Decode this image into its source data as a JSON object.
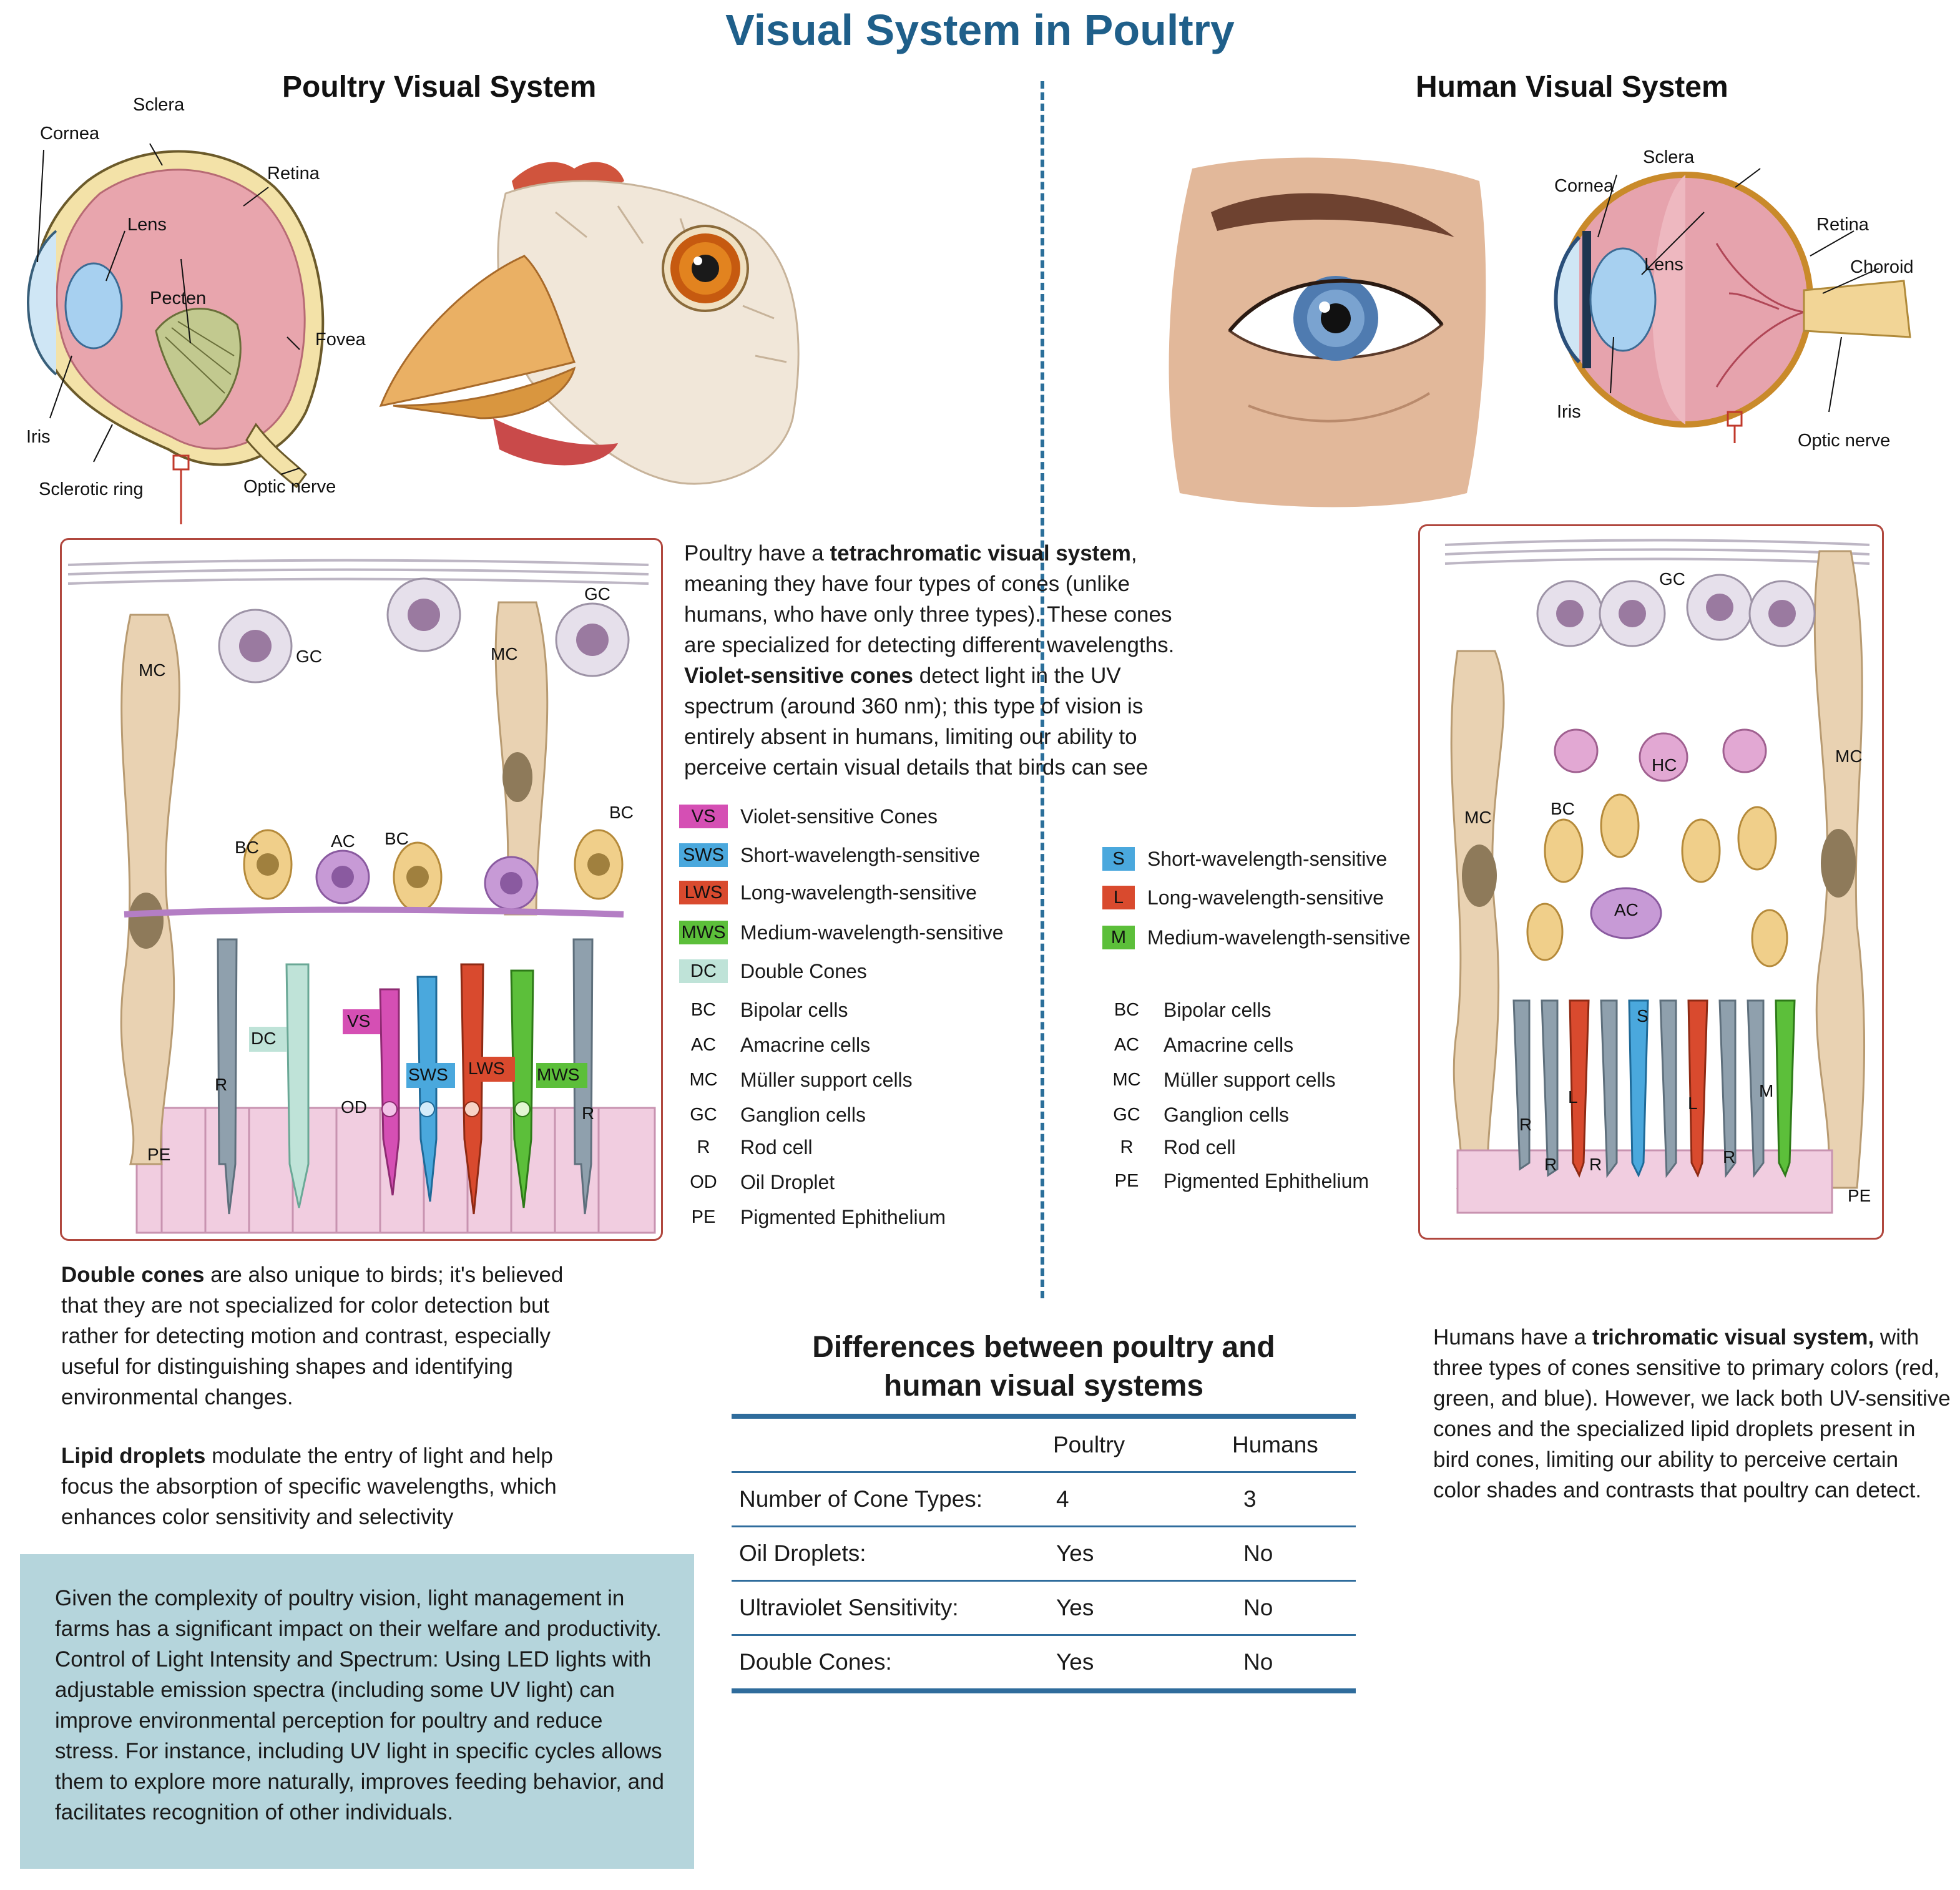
{
  "title": "Visual System in Poultry",
  "poultry": {
    "section_title": "Poultry Visual System",
    "eye_labels": {
      "sclera": "Sclera",
      "cornea": "Cornea",
      "retina": "Retina",
      "lens": "Lens",
      "pecten": "Pecten",
      "fovea": "Fovea",
      "iris": "Iris",
      "sclerotic_ring": "Sclerotic ring",
      "optic_nerve": "Optic nerve"
    },
    "cell_labels": {
      "gc": "GC",
      "mc": "MC",
      "bc": "BC",
      "ac": "AC",
      "dc": "DC",
      "vs": "VS",
      "sws": "SWS",
      "lws": "LWS",
      "mws": "MWS",
      "od": "OD",
      "r": "R",
      "pe": "PE"
    },
    "intro": {
      "p1": "Poultry have a ",
      "p1_bold": "tetrachromatic visual system",
      "p1_rest": ", meaning they have four types of cones (unlike humans, who have only three types). These cones are specialized for detecting different wavelengths. ",
      "p1_bold2": "Violet-sensitive cones",
      "p1_rest2": " detect light in the UV spectrum (around 360 nm); this type of vision is entirely absent in humans, limiting our ability to perceive certain visual details that birds can see"
    },
    "legend": [
      {
        "code": "VS",
        "text": "Violet-sensitive Cones",
        "color": "#d54fb4"
      },
      {
        "code": "SWS",
        "text": "Short-wavelength-sensitive",
        "color": "#4aa8dd"
      },
      {
        "code": "LWS",
        "text": "Long-wavelength-sensitive",
        "color": "#d94a2e"
      },
      {
        "code": "MWS",
        "text": "Medium-wavelength-sensitive",
        "color": "#5cbf3a"
      },
      {
        "code": "DC",
        "text": "Double Cones",
        "color": "#bfe3d8"
      },
      {
        "code": "BC",
        "text": "Bipolar cells",
        "color": ""
      },
      {
        "code": "AC",
        "text": "Amacrine cells",
        "color": ""
      },
      {
        "code": "MC",
        "text": "Müller support cells",
        "color": ""
      },
      {
        "code": "GC",
        "text": "Ganglion cells",
        "color": ""
      },
      {
        "code": "R",
        "text": "Rod cell",
        "color": ""
      },
      {
        "code": "OD",
        "text": "Oil Droplet",
        "color": ""
      },
      {
        "code": "PE",
        "text": "Pigmented Ephithelium",
        "color": ""
      }
    ],
    "double_cones": {
      "bold": "Double cones",
      "rest": " are also unique to birds; it's believed that they are not specialized for color detection but rather for detecting motion and contrast, especially useful for distinguishing shapes and identifying environmental changes."
    },
    "lipid": {
      "bold": "Lipid droplets",
      "rest": " modulate the entry of light and help focus the absorption of specific wavelengths, which enhances color sensitivity and selectivity"
    },
    "note": "Given the complexity of poultry vision, light management in farms has a significant impact on their welfare and productivity. Control of Light Intensity and Spectrum: Using LED lights with adjustable emission spectra (including some UV light) can improve environmental perception for poultry and reduce stress. For instance, including UV light in specific cycles allows them to explore more naturally, improves feeding behavior, and facilitates recognition of other individuals."
  },
  "human": {
    "section_title": "Human Visual System",
    "eye_labels": {
      "sclera": "Sclera",
      "cornea": "Cornea",
      "retina": "Retina",
      "lens": "Lens",
      "choroid": "Choroid",
      "iris": "Iris",
      "optic_nerve": "Optic nerve"
    },
    "cell_labels": {
      "gc": "GC",
      "mc": "MC",
      "bc": "BC",
      "hc": "HC",
      "ac": "AC",
      "s": "S",
      "l": "L",
      "m": "M",
      "r": "R",
      "pe": "PE"
    },
    "legend": [
      {
        "code": "S",
        "text": "Short-wavelength-sensitive",
        "color": "#4aa8dd"
      },
      {
        "code": "L",
        "text": "Long-wavelength-sensitive",
        "color": "#d94a2e"
      },
      {
        "code": "M",
        "text": "Medium-wavelength-sensitive",
        "color": "#5cbf3a"
      },
      {
        "code": "BC",
        "text": "Bipolar cells",
        "color": ""
      },
      {
        "code": "AC",
        "text": "Amacrine cells",
        "color": ""
      },
      {
        "code": "MC",
        "text": "Müller support cells",
        "color": ""
      },
      {
        "code": "GC",
        "text": "Ganglion cells",
        "color": ""
      },
      {
        "code": "R",
        "text": "Rod cell",
        "color": ""
      },
      {
        "code": "PE",
        "text": "Pigmented Ephithelium",
        "color": ""
      }
    ],
    "summary": {
      "p1": "Humans have a ",
      "bold": "trichromatic visual system,",
      "rest": " with three types of cones sensitive to primary colors (red, green, and blue). However, we lack both UV-sensitive cones and the specialized lipid droplets present in bird cones, limiting our ability to perceive certain color shades and contrasts that poultry can detect."
    }
  },
  "comparison": {
    "title_line1": "Differences between poultry and",
    "title_line2": "human visual systems",
    "headers": [
      "",
      "Poultry",
      "Humans"
    ],
    "rows": [
      [
        "Number of Cone Types:",
        "4",
        "3"
      ],
      [
        "Oil Droplets:",
        "Yes",
        "No"
      ],
      [
        "Ultraviolet Sensitivity:",
        "Yes",
        "No"
      ],
      [
        "Double Cones:",
        "Yes",
        "No"
      ]
    ]
  }
}
